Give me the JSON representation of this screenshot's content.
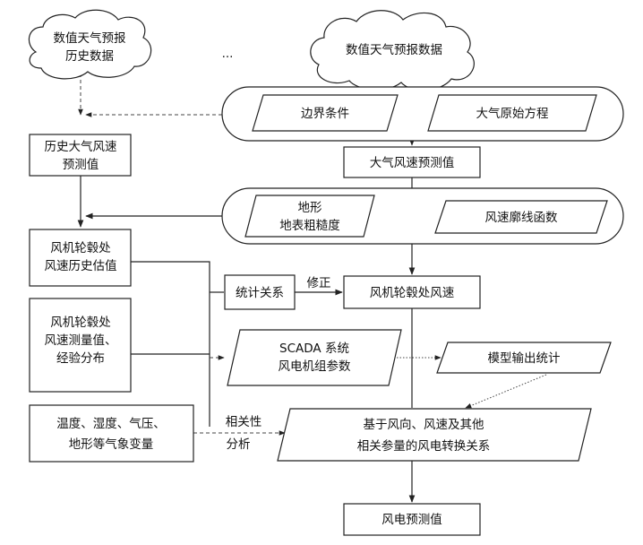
{
  "nodes": {
    "nwp_history": [
      "数值天气预报",
      "历史数据"
    ],
    "ellipsis": "...",
    "nwp_data": "数值天气预报数据",
    "boundary": "边界条件",
    "primitive_eq": "大气原始方程",
    "hist_wind_pred": [
      "历史大气风速",
      "预测值"
    ],
    "atm_wind_pred": "大气风速预测值",
    "terrain": [
      "地形",
      "地表粗糙度"
    ],
    "wind_profile": "风速廓线函数",
    "hub_hist_est": [
      "风机轮毂处",
      "风速历史估值"
    ],
    "stat_relation": "统计关系",
    "correction": "修正",
    "hub_wind": "风机轮毂处风速",
    "hub_measured": [
      "风机轮毂处",
      "风速测量值、",
      "经验分布"
    ],
    "scada": [
      "SCADA 系统",
      "风电机组参数"
    ],
    "model_stats": "模型输出统计",
    "met_vars": [
      "温度、湿度、气压、",
      "地形等气象变量"
    ],
    "correlation": [
      "相关性",
      "分析"
    ],
    "conversion": [
      "基于风向、风速及其他",
      "相关参量的风电转换关系"
    ],
    "power_pred": "风电预测值"
  }
}
